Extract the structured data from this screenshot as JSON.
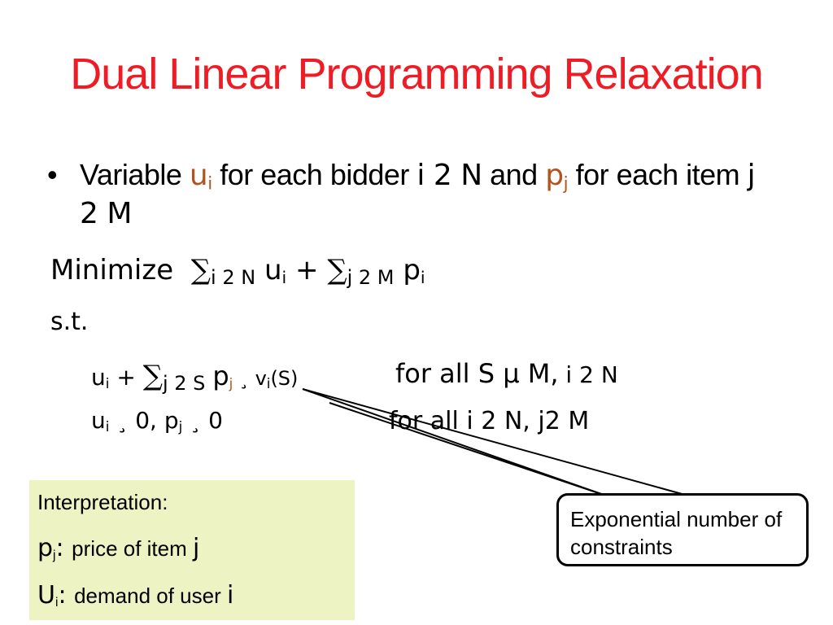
{
  "title": "Dual Linear Programming Relaxation",
  "bullet": {
    "symbol": "•",
    "t1": "Variable ",
    "u": "u",
    "u_sub": "i",
    "t2": " for each bidder ",
    "set1": "i 2 N",
    "t3": " and ",
    "p": "p",
    "p_sub": "j",
    "t4": " for each item ",
    "set2": "j 2 M"
  },
  "objective": {
    "label": "Minimize",
    "sum1_sym": "∑",
    "sum1_sub": "i 2 N",
    "var1": "u",
    "var1_sub": "i",
    "plus": " + ",
    "sum2_sym": "∑",
    "sum2_sub": "j 2 M",
    "var2": "p",
    "var2_sub": "i"
  },
  "st": "s.t.",
  "constraint1": {
    "u": "u",
    "u_sub": "i",
    "plus": " + ",
    "sum_sym": "∑",
    "sum_sub": "j 2 S",
    "p": "p",
    "p_sub": "j",
    "geq": " ¸ ",
    "v": "v",
    "v_sub": "i",
    "v_arg": "(S)",
    "forall": "for all S µ M,",
    "forall_tail": " i 2 N"
  },
  "constraint2": {
    "u": "u",
    "u_sub": "i",
    "geq1": "  ¸ 0, ",
    "p": "p",
    "p_sub": "j",
    "geq2": " ¸ 0",
    "forall": "for all i 2 N, j2 M"
  },
  "interpretation": {
    "heading": "Interpretation:",
    "p": "p",
    "p_sub": "j",
    "colon1": ": ",
    "p_text": "price of item ",
    "p_var": "j",
    "u": "U",
    "u_sub": "i",
    "colon2": ": ",
    "u_text": "demand of user ",
    "u_var": "i",
    "bg_color": "#eef3c3"
  },
  "callout": {
    "text": "Exponential number of constraints"
  },
  "colors": {
    "title": "#ee1c25",
    "accent": "#b3541e"
  }
}
